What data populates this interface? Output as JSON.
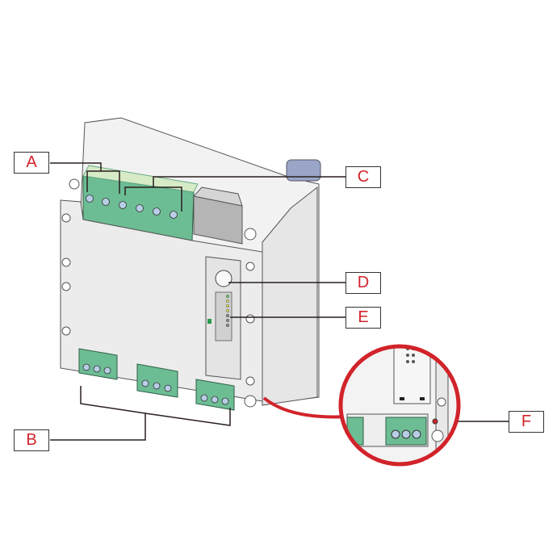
{
  "labels": {
    "a": "A",
    "b": "B",
    "c": "C",
    "d": "D",
    "e": "E",
    "f": "F"
  },
  "colors": {
    "label_text": "#d2232a",
    "callout_circle": "#d2232a",
    "terminal_green": "#5fb38a",
    "leader_line": "#2a1e1e"
  }
}
